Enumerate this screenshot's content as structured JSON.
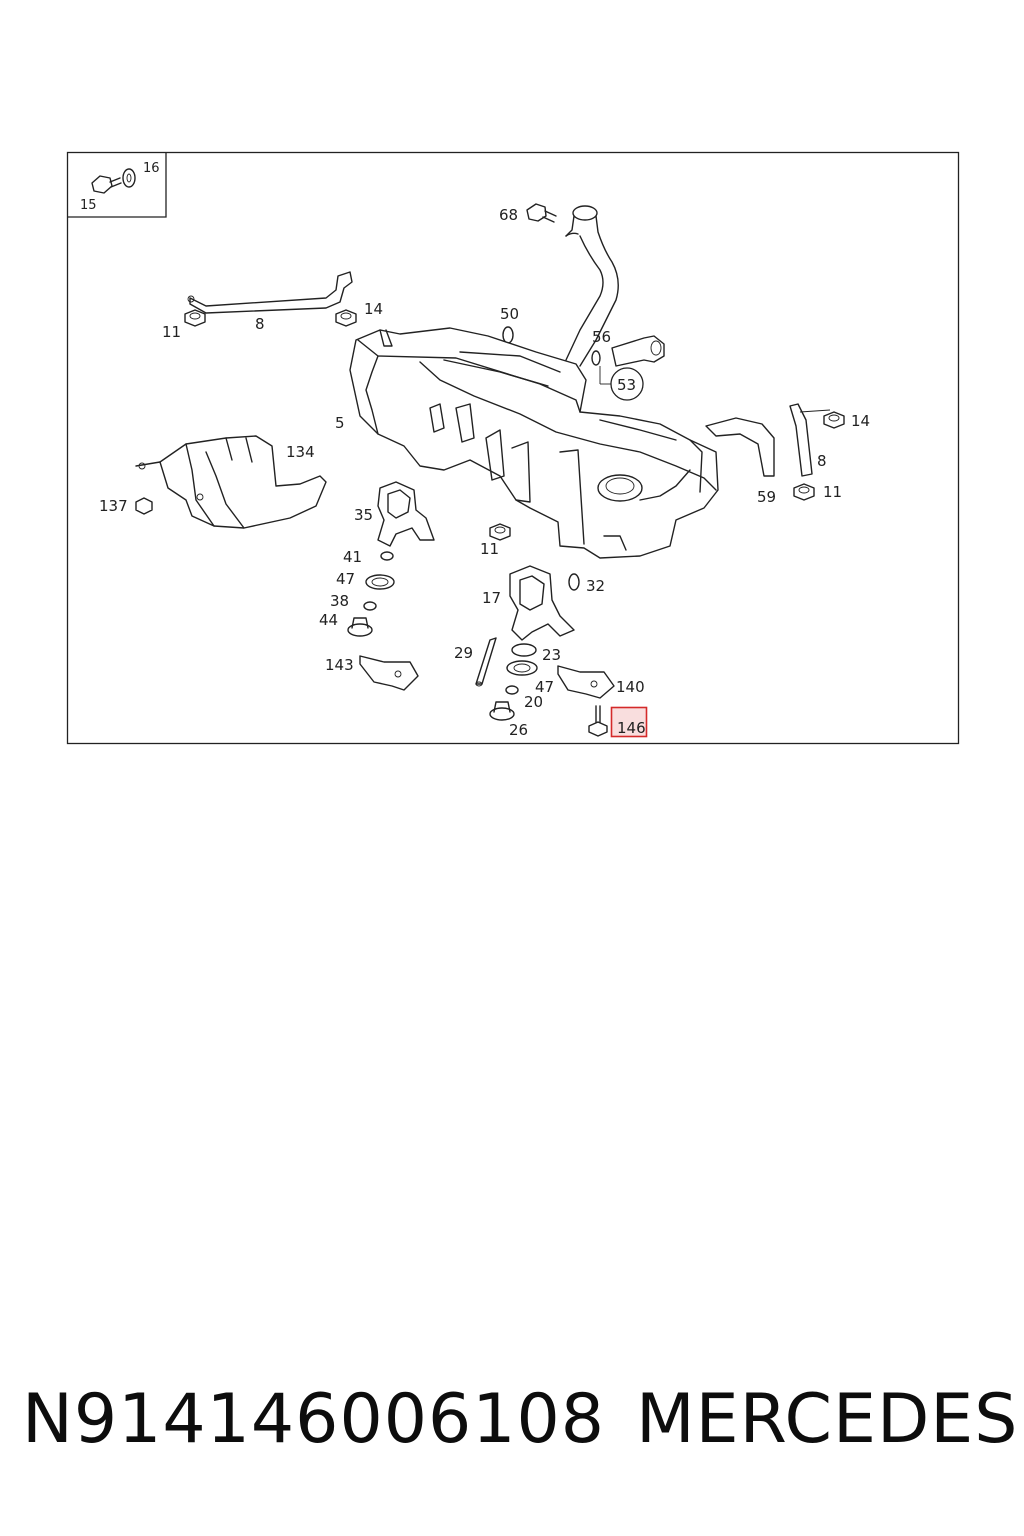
{
  "diagram": {
    "callouts": [
      {
        "id": "16",
        "label": "16"
      },
      {
        "id": "15",
        "label": "15"
      },
      {
        "id": "68",
        "label": "68"
      },
      {
        "id": "14a",
        "label": "14"
      },
      {
        "id": "11a",
        "label": "11"
      },
      {
        "id": "8a",
        "label": "8"
      },
      {
        "id": "50",
        "label": "50"
      },
      {
        "id": "56",
        "label": "56"
      },
      {
        "id": "53",
        "label": "53"
      },
      {
        "id": "5",
        "label": "5"
      },
      {
        "id": "134",
        "label": "134"
      },
      {
        "id": "14b",
        "label": "14"
      },
      {
        "id": "8b",
        "label": "8"
      },
      {
        "id": "59",
        "label": "59"
      },
      {
        "id": "11b",
        "label": "11"
      },
      {
        "id": "137",
        "label": "137"
      },
      {
        "id": "35",
        "label": "35"
      },
      {
        "id": "11c",
        "label": "11"
      },
      {
        "id": "41",
        "label": "41"
      },
      {
        "id": "47a",
        "label": "47"
      },
      {
        "id": "32",
        "label": "32"
      },
      {
        "id": "38",
        "label": "38"
      },
      {
        "id": "17",
        "label": "17"
      },
      {
        "id": "44",
        "label": "44"
      },
      {
        "id": "29",
        "label": "29"
      },
      {
        "id": "23",
        "label": "23"
      },
      {
        "id": "143",
        "label": "143"
      },
      {
        "id": "140",
        "label": "140"
      },
      {
        "id": "47b",
        "label": "47"
      },
      {
        "id": "20",
        "label": "20"
      },
      {
        "id": "26",
        "label": "26"
      },
      {
        "id": "146",
        "label": "146"
      }
    ],
    "highlight": {
      "label": "146",
      "border_color": "#d42a2a",
      "fill_color": "#f9dede"
    }
  },
  "caption": {
    "part_number": "N914146006108",
    "brand": "MERCEDES"
  }
}
